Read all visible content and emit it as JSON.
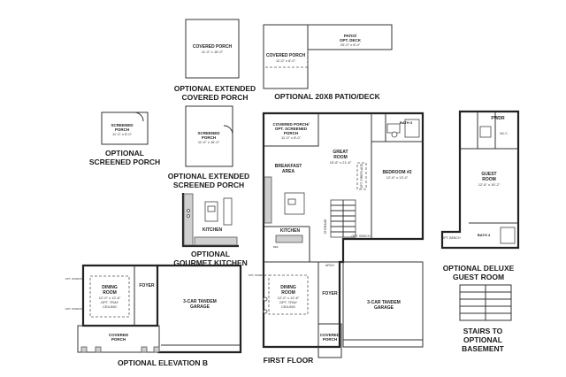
{
  "captions": {
    "ext_covered_porch": [
      "OPTIONAL EXTENDED",
      "COVERED PORCH"
    ],
    "patio_deck": "OPTIONAL 20X8 PATIO/DECK",
    "screened_porch": [
      "OPTIONAL",
      "SCREENED PORCH"
    ],
    "ext_screened_porch": [
      "OPTIONAL EXTENDED",
      "SCREENED PORCH"
    ],
    "gourmet_kitchen": [
      "OPTIONAL",
      "GOURMET KITCHEN"
    ],
    "deluxe_guest": [
      "OPTIONAL DELUXE",
      "GUEST ROOM"
    ],
    "stairs_basement": [
      "STAIRS TO",
      "OPTIONAL",
      "BASEMENT"
    ],
    "elevation_b": "OPTIONAL ELEVATION B",
    "first_floor": "FIRST FLOOR"
  },
  "rooms": {
    "ext_covered_porch": {
      "name": "COVERED PORCH",
      "dim": "11'-0\" x 16'-0\""
    },
    "patio_covered_porch": {
      "name": "COVERED PORCH",
      "dim": "11'-0\" x 8'-0\""
    },
    "patio_deck": {
      "name": [
        "PATIO/",
        "OPT. DECK"
      ],
      "dim": "20'-0\" x 8'-0\""
    },
    "screened_porch": {
      "name": [
        "SCREENED",
        "PORCH"
      ],
      "dim": "11'-0\" x 8'-0\""
    },
    "ext_screened_porch": {
      "name": [
        "SCREENED",
        "PORCH"
      ],
      "dim": "11'-0\" x 16'-0\""
    },
    "gourmet_kitchen": {
      "name": "KITCHEN"
    },
    "covered_porch_opt": {
      "name": [
        "COVERED PORCH/",
        "OPT. SCREENED",
        "PORCH"
      ],
      "dim": "11'-0\" x 8'-0\""
    },
    "great_room": {
      "name": [
        "GREAT",
        "ROOM"
      ],
      "dim": "15'-6\" x 21'-6\""
    },
    "breakfast": {
      "name": [
        "BREAKFAST",
        "AREA"
      ]
    },
    "bath3": {
      "name": "BATH 3"
    },
    "bedroom2": {
      "name": "BEDROOM #2",
      "dim": "12'-6\" x 13'-0\""
    },
    "kitchen": {
      "name": "KITCHEN"
    },
    "dining_main": {
      "name": [
        "DINING",
        "ROOM"
      ],
      "dim": [
        "12'-0\" x 12'-6\"",
        "OPT. TRAY",
        "CEILING"
      ]
    },
    "foyer_main": {
      "name": "FOYER"
    },
    "garage_main": {
      "name": [
        "3-CAR TANDEM",
        "GARAGE"
      ]
    },
    "covered_porch_main": {
      "name": [
        "COVERED",
        "PORCH"
      ]
    },
    "pwdr": {
      "name": "PWDR"
    },
    "guest_room": {
      "name": [
        "GUEST",
        "ROOM"
      ],
      "dim": "12'-6\" x 16'-2\""
    },
    "bath4": {
      "name": "BATH 4"
    },
    "dining_b": {
      "name": [
        "DINING",
        "ROOM"
      ],
      "dim": [
        "12'-0\" x 12'-6\"",
        "OPT. TRAY",
        "CEILING"
      ]
    },
    "foyer_b": {
      "name": "FOYER"
    },
    "garage_b": {
      "name": [
        "3-CAR TANDEM",
        "GARAGE"
      ]
    },
    "covered_porch_b": {
      "name": [
        "COVERED",
        "PORCH"
      ]
    }
  },
  "notes": {
    "opt_fireplace": "OPT. FIREPLACE",
    "opt_bench": "OPT. BENCH",
    "storage": "STORAGE",
    "arch": "ARCH",
    "opt_window": "OPT. WINDOW",
    "ref": "REF.",
    "wic": "W.I.C."
  }
}
